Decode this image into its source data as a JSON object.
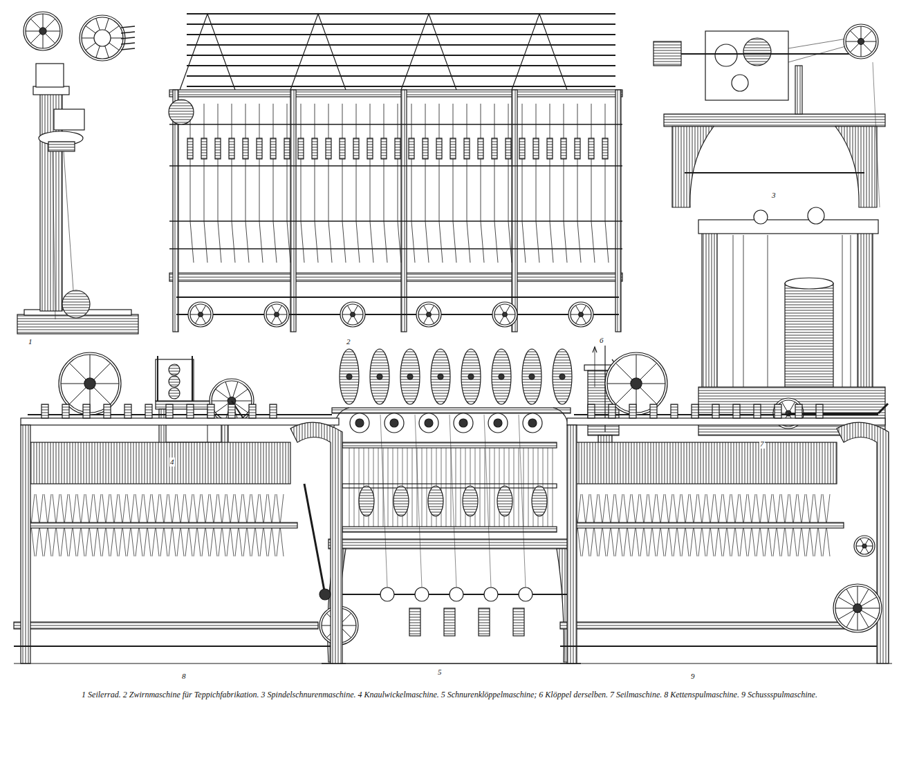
{
  "diagram": {
    "caption": "1 Seilerrad. 2 Zwirnmaschine für Teppichfabrikation. 3 Spindelschnurenmaschine. 4 Knaulwickelmaschine. 5 Schnurenklöppelmaschine; 6 Klöppel derselben. 7 Seilmaschine. 8 Kettenspulmaschine. 9 Schussspulmaschine.",
    "labels": [
      "1",
      "2",
      "3",
      "4",
      "5",
      "6",
      "7",
      "8",
      "9"
    ]
  }
}
